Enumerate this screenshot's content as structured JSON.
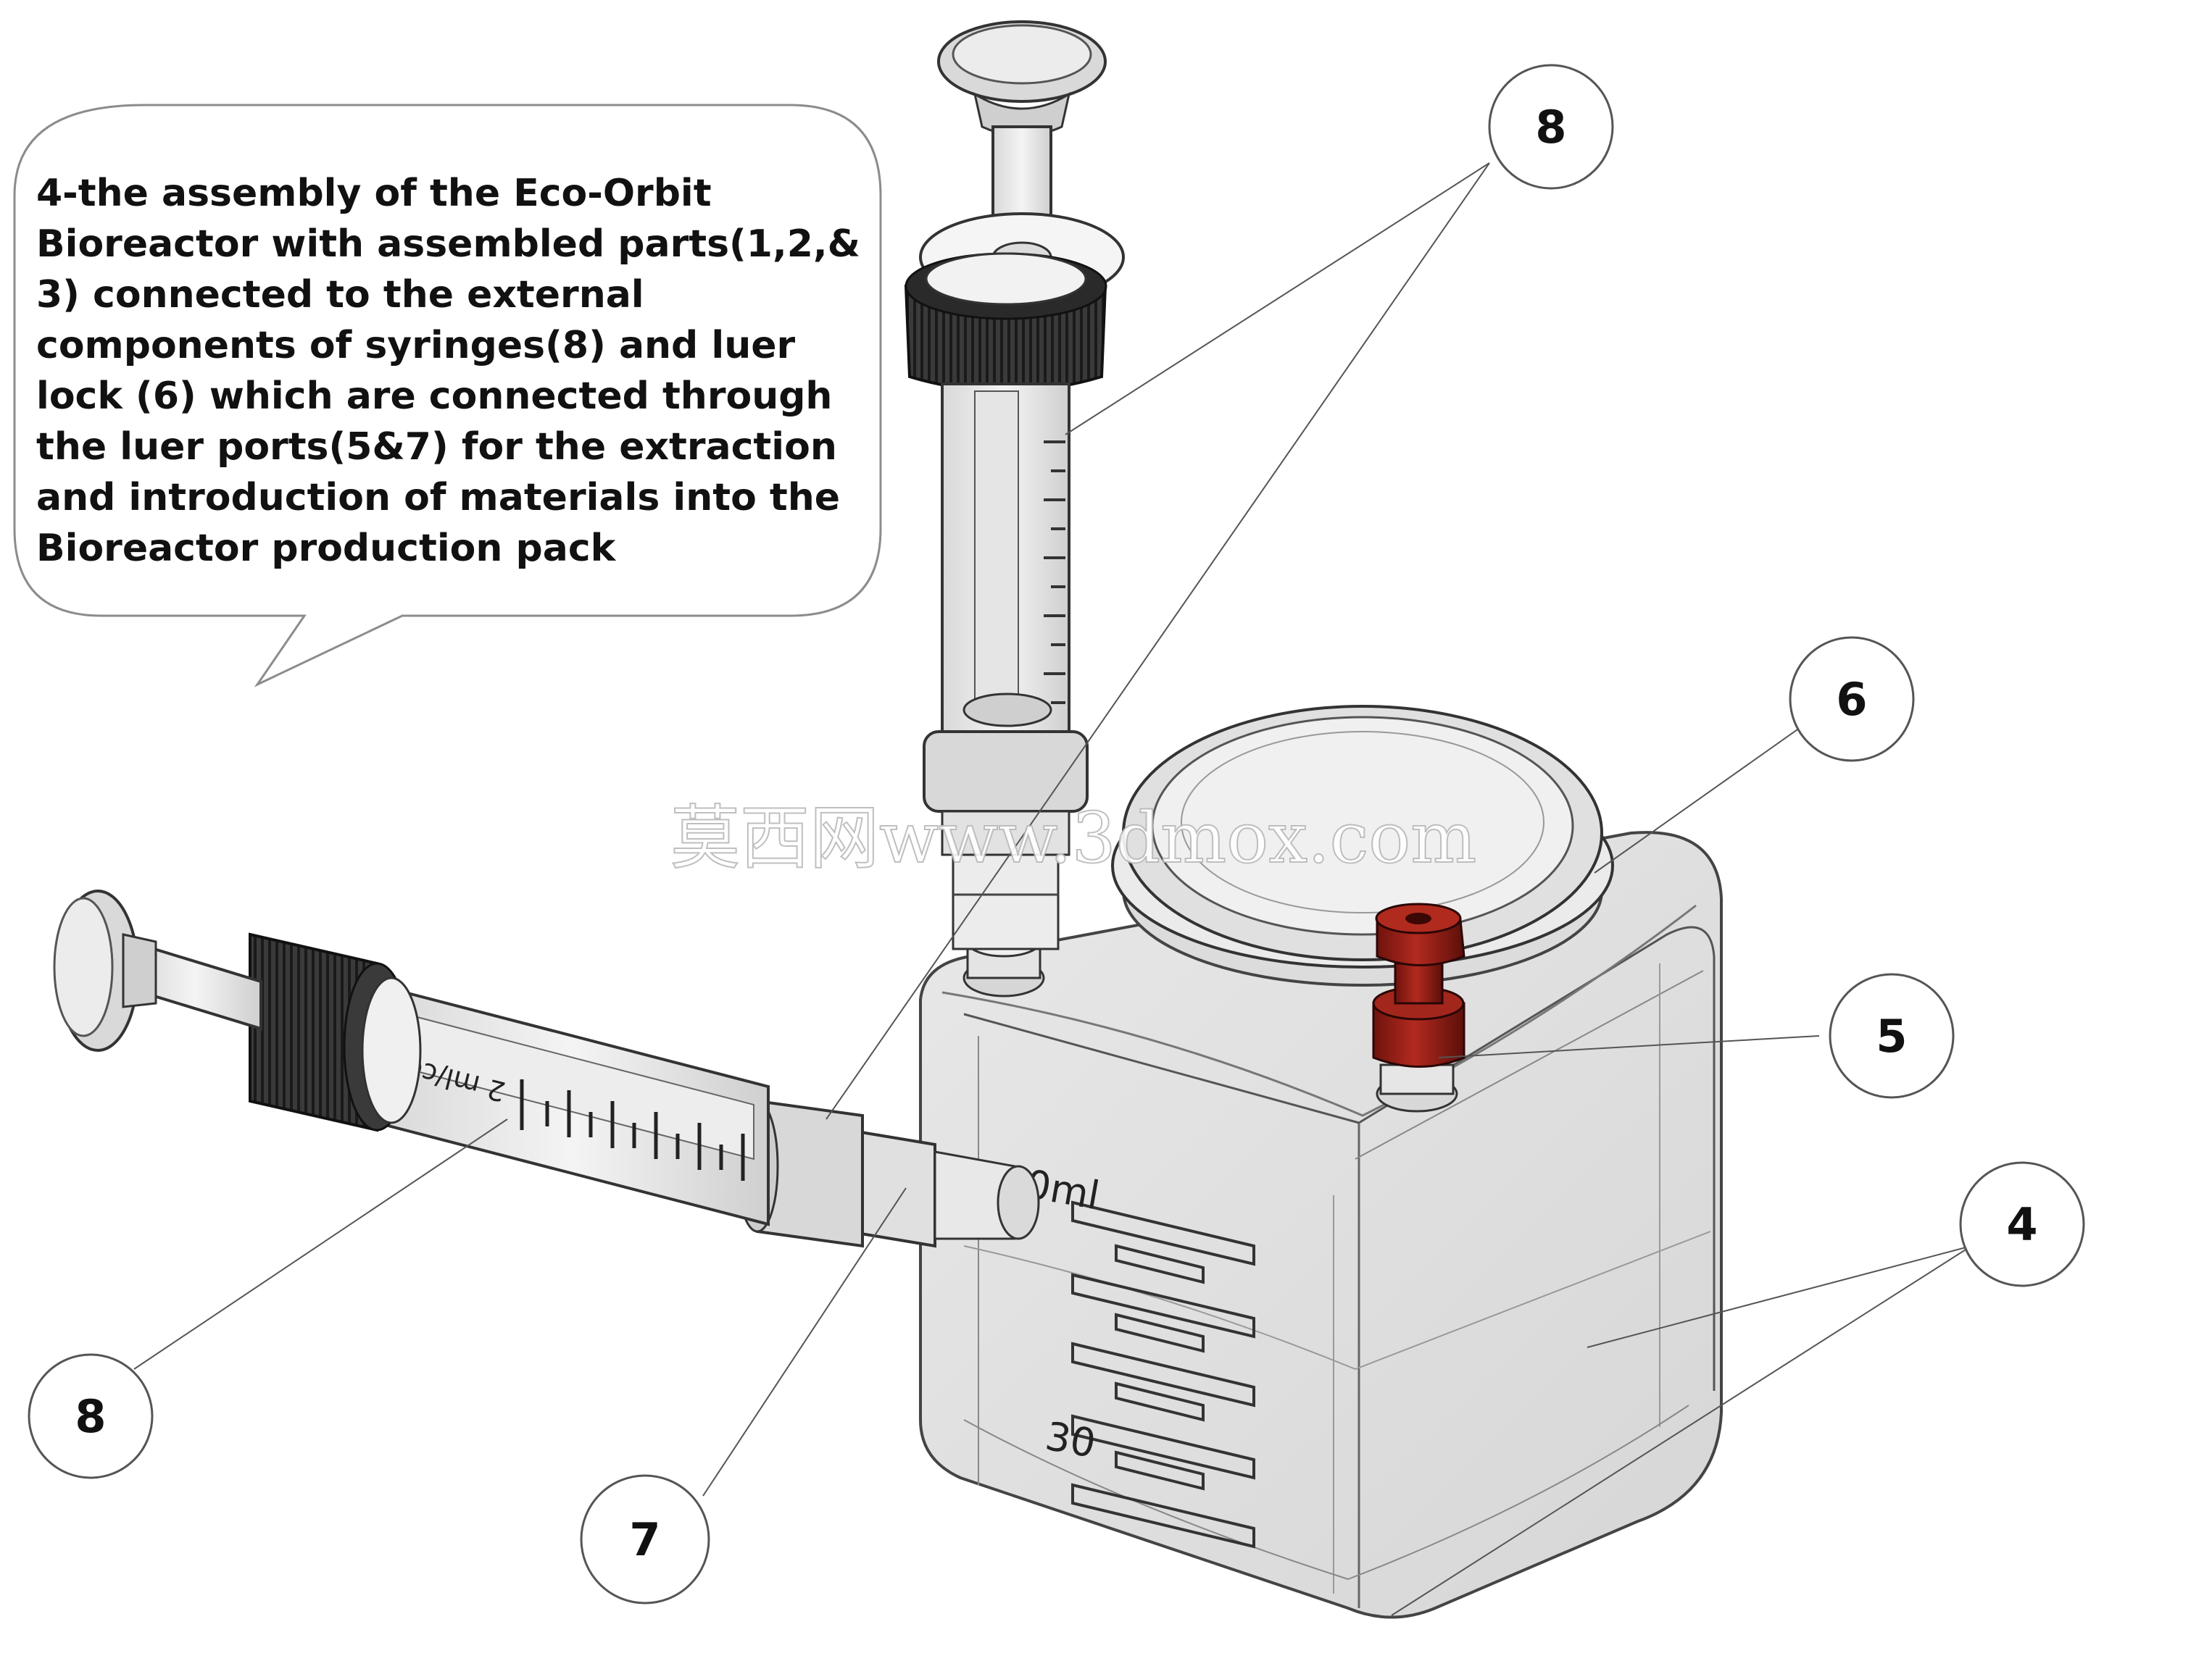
{
  "caption": {
    "lines": [
      "4-the assembly of the Eco-Orbit",
      "Bioreactor with assembled parts(1,2,&",
      "3) connected to the external",
      "components of syringes(8) and luer",
      "lock (6) which are connected through",
      "the luer ports(5&7) for the extraction",
      "and introduction of materials into the",
      "Bioreactor production pack"
    ]
  },
  "callouts": {
    "syringe_top": "8",
    "luer_lock": "6",
    "port_5": "5",
    "bottle": "4",
    "syringe_left": "8",
    "port_7": "7"
  },
  "bottle": {
    "grad_top": "100ml",
    "grad_bottom": "30"
  },
  "syringe": {
    "scale_label": "2 ml/cc"
  },
  "watermark": "莫西网www.3dmox.com",
  "colors": {
    "luer_lock": "#8e1a12",
    "outline": "#333333",
    "bottle_fill": "#e6e6e6"
  }
}
